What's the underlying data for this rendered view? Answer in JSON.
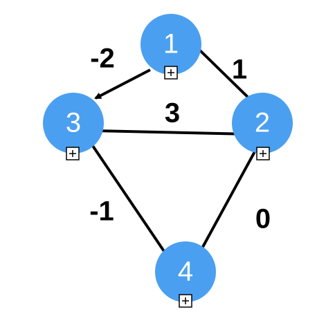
{
  "colors": {
    "node_fill": "#4a9ff0",
    "node_text": "#ffffff",
    "edge": "#000000",
    "edge_label": "#000000"
  },
  "nodes": [
    {
      "id": "1",
      "label": "1"
    },
    {
      "id": "2",
      "label": "2"
    },
    {
      "id": "3",
      "label": "3"
    },
    {
      "id": "4",
      "label": "4"
    }
  ],
  "edges": [
    {
      "from": "1",
      "to": "3",
      "weight": "-2"
    },
    {
      "from": "1",
      "to": "2",
      "weight": "1"
    },
    {
      "from": "2",
      "to": "3",
      "weight": "3"
    },
    {
      "from": "3",
      "to": "4",
      "weight": "-1"
    },
    {
      "from": "4",
      "to": "2",
      "weight": "0"
    }
  ],
  "expand_icon": "plus-box-icon"
}
